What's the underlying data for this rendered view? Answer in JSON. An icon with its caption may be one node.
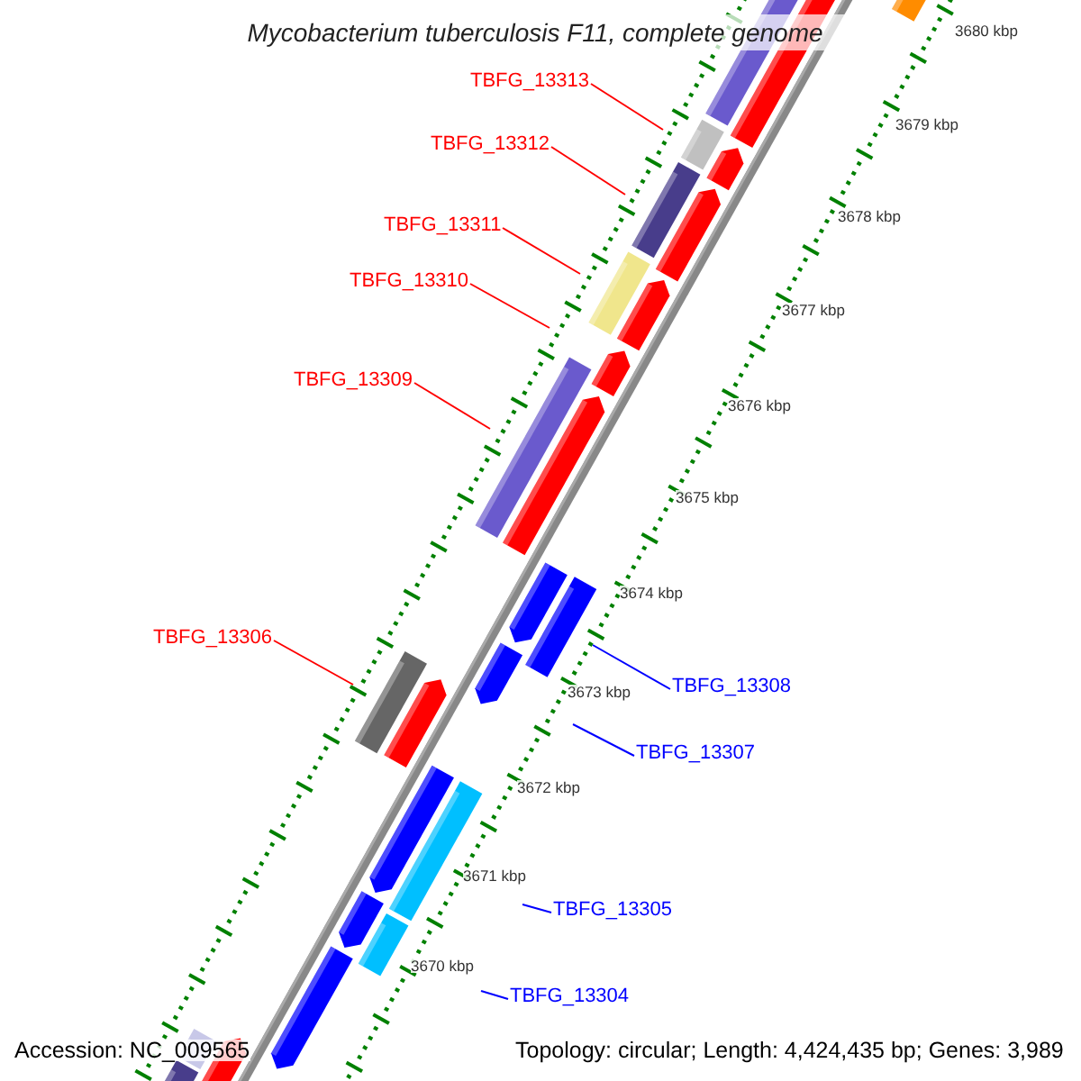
{
  "diagram": {
    "title": "Mycobacterium tuberculosis F11, complete genome",
    "nodes": [
      {
        "text": [
          "TBFG_13313"
        ]
      },
      {
        "text": [
          "TBFG_13312"
        ]
      },
      {
        "text": [
          "TBFG_13311"
        ]
      },
      {
        "text": [
          "TBFG_13310"
        ]
      },
      {
        "text": [
          "TBFG_13309"
        ]
      },
      {
        "text": [
          "TBFG_13306"
        ]
      },
      {
        "text": [
          "TBFG_13308"
        ]
      },
      {
        "text": [
          "TBFG_13307"
        ]
      },
      {
        "text": [
          "TBFG_13305"
        ]
      },
      {
        "text": [
          "TBFG_13304"
        ]
      }
    ],
    "edges": [
      {
        "from": 0,
        "to": null,
        "arrow": "none"
      },
      {
        "from": 1,
        "to": null,
        "arrow": "none"
      },
      {
        "from": 2,
        "to": null,
        "arrow": "none"
      },
      {
        "from": 3,
        "to": null,
        "arrow": "none"
      },
      {
        "from": 4,
        "to": null,
        "arrow": "none"
      },
      {
        "from": 5,
        "to": null,
        "arrow": "none"
      },
      {
        "from": 6,
        "to": null,
        "arrow": "none",
        "color": "#0000ff"
      },
      {
        "from": 7,
        "to": null,
        "arrow": "none",
        "color": "#0000ff"
      },
      {
        "from": 8,
        "to": null,
        "arrow": "none",
        "color": "#0000ff"
      },
      {
        "from": 9,
        "to": null,
        "arrow": "none",
        "color": "#0000ff"
      }
    ],
    "labels": [
      "3680 kbp",
      "3679 kbp",
      "3678 kbp",
      "3677 kbp",
      "3676 kbp",
      "3675 kbp",
      "3674 kbp",
      "3673 kbp",
      "3672 kbp",
      "3671 kbp",
      "3670 kbp",
      "Accession: NC_009565",
      "Topology: circular; Length: 4,424,435 bp; Genes: 3,989"
    ]
  }
}
